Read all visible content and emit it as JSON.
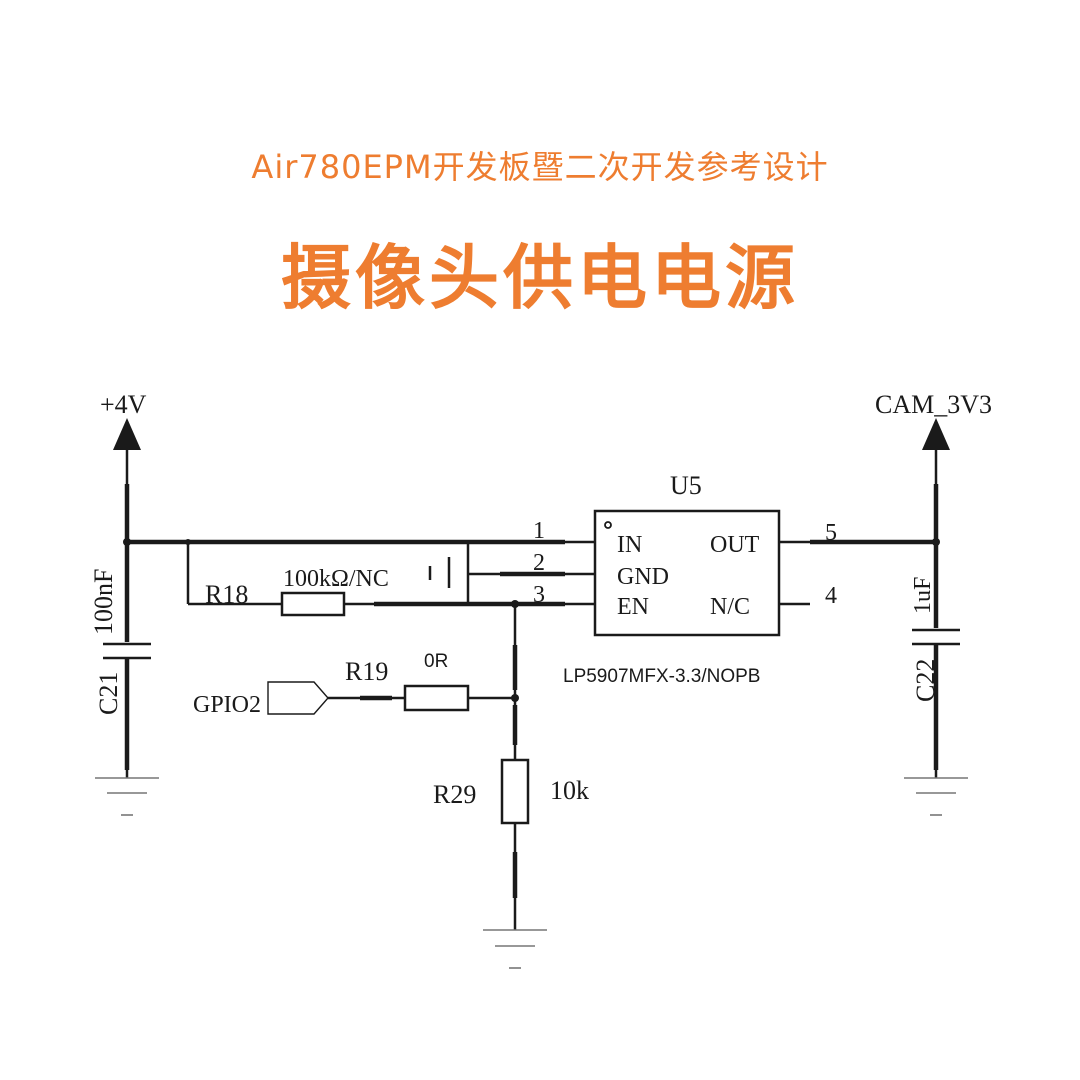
{
  "header": {
    "subtitle": "Air780EPM开发板暨二次开发参考设计",
    "title": "摄像头供电电源"
  },
  "schematic": {
    "power_in": "+4V",
    "power_out": "CAM_3V3",
    "ic": {
      "ref": "U5",
      "part": "LP5907MFX-3.3/NOPB",
      "pins": {
        "p1_num": "1",
        "p1_name": "IN",
        "p2_num": "2",
        "p2_name": "GND",
        "p3_num": "3",
        "p3_name": "EN",
        "p4_num": "4",
        "p4_name": "N/C",
        "p5_num": "5",
        "p5_name": "OUT"
      }
    },
    "c21": {
      "ref": "C21",
      "value": "100nF"
    },
    "c22": {
      "ref": "C22",
      "value": "1uF"
    },
    "r18": {
      "ref": "R18",
      "value": "100kΩ/NC"
    },
    "r19": {
      "ref": "R19",
      "value": "0R"
    },
    "r29": {
      "ref": "R29",
      "value": "10k"
    },
    "gpio": "GPIO2"
  },
  "colors": {
    "accent": "#ee7d30",
    "wire": "#1a1a1a",
    "ground": "#777777"
  }
}
